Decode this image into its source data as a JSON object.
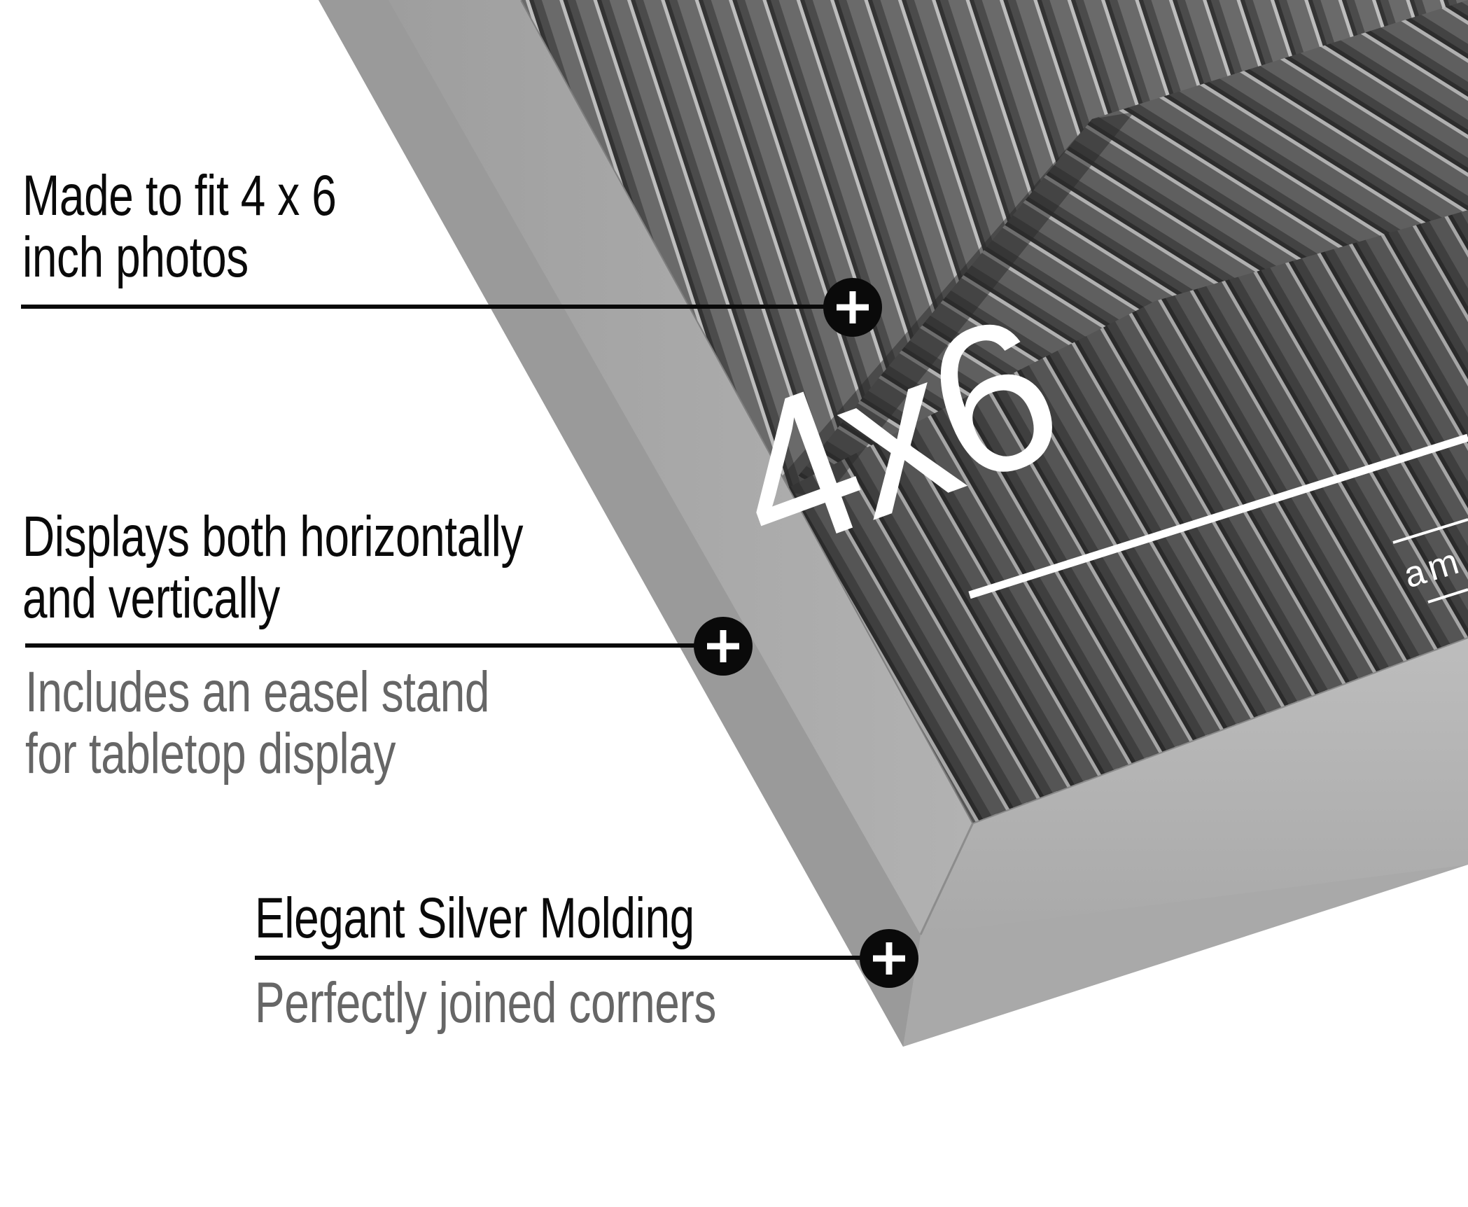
{
  "product_badge": {
    "size_label": "4x6",
    "brand_fragment": "am"
  },
  "callouts": [
    {
      "heading": [
        "Made to fit 4 x 6",
        "inch photos"
      ],
      "subtext": [],
      "icon": "plus-circle-icon"
    },
    {
      "heading": [
        "Displays both horizontally",
        "and vertically"
      ],
      "subtext": [
        "Includes an easel stand",
        "for tabletop display"
      ],
      "icon": "plus-circle-icon"
    },
    {
      "heading": [
        "Elegant Silver Molding"
      ],
      "subtext": [
        "Perfectly joined corners"
      ],
      "icon": "plus-circle-icon"
    }
  ],
  "colors": {
    "background": "#ffffff",
    "heading_text": "#0a0a0a",
    "subtext": "#666666",
    "frame_silver": "#a7a7a7",
    "photo_dark": "#4a4a4a",
    "marker": "#0a0a0a"
  }
}
